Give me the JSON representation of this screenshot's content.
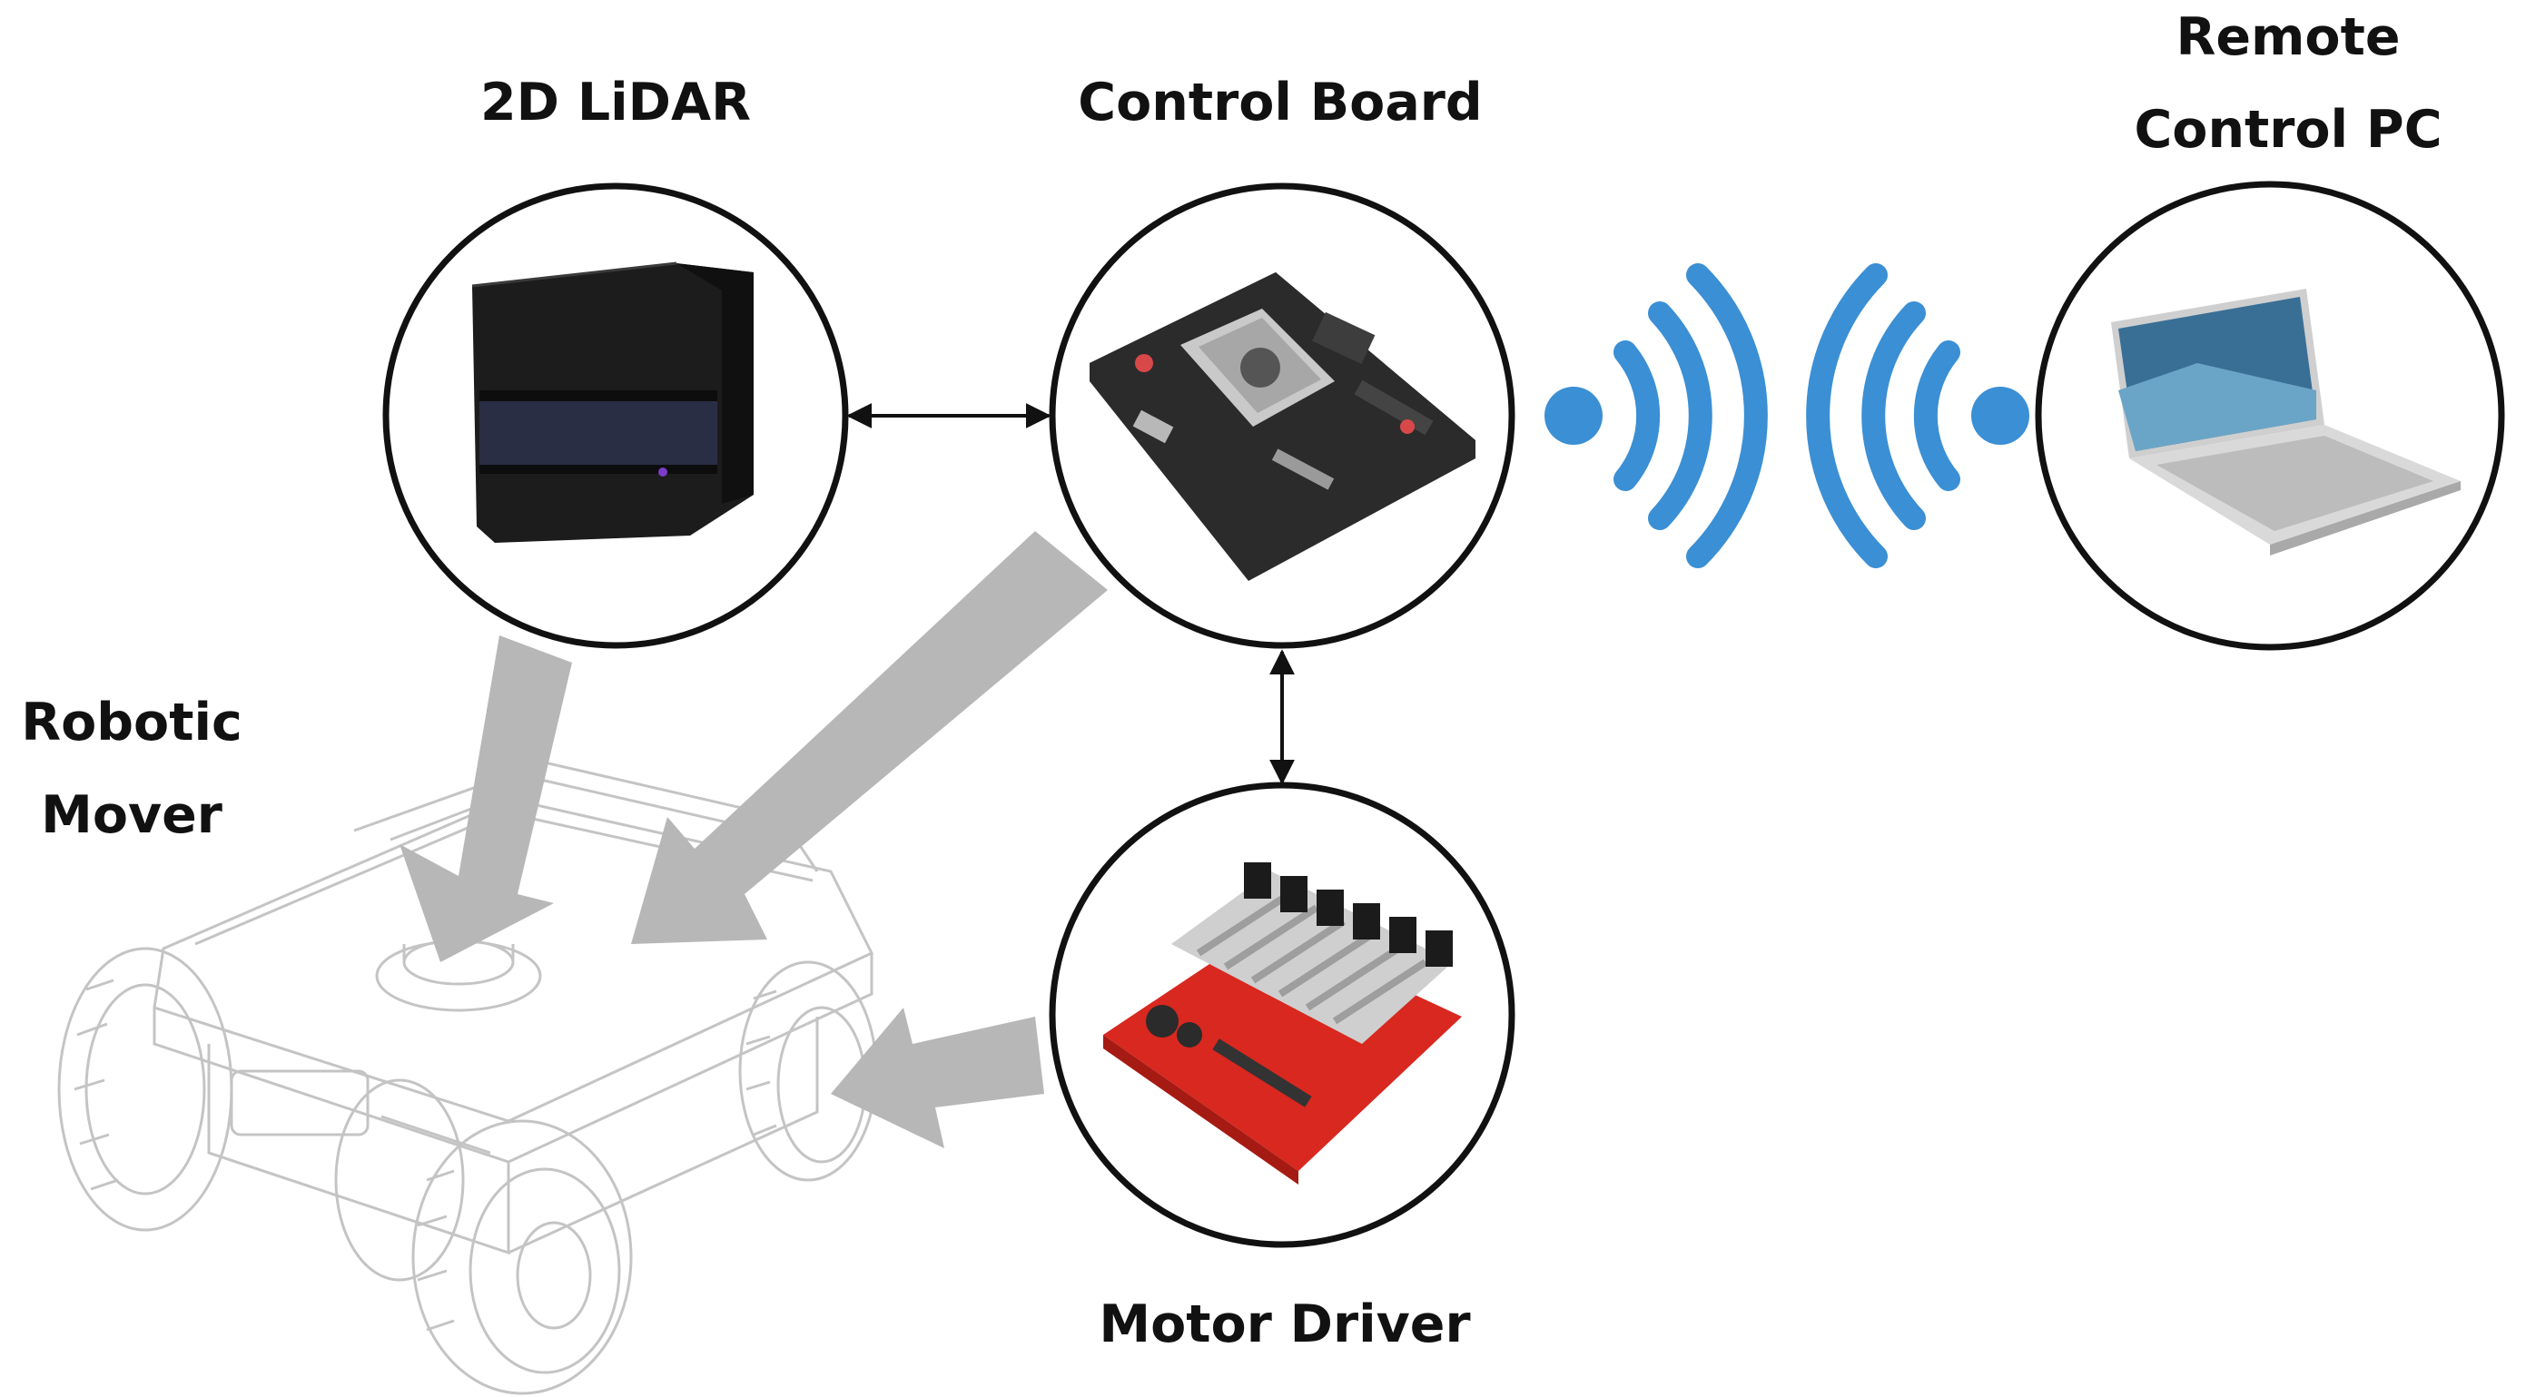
{
  "labels": {
    "lidar": "2D LiDAR",
    "control_board": "Control Board",
    "remote_line1": "Remote",
    "remote_line2": "Control PC",
    "robotic_line1": "Robotic",
    "robotic_line2": "Mover",
    "motor_driver": "Motor Driver"
  },
  "colors": {
    "wireless_blue": "#3b8fd4",
    "arrow_gray": "#b7b7b7",
    "circle_stroke": "#111111",
    "robot_line": "#c4c4c4"
  },
  "icons": {
    "lidar": "lidar-sensor-icon",
    "control_board": "circuit-board-icon",
    "laptop": "laptop-icon",
    "motor_driver": "motor-driver-board-icon",
    "wireless": "wireless-signal-icon"
  }
}
